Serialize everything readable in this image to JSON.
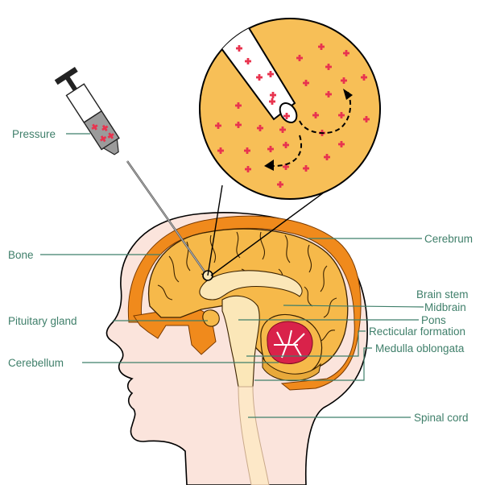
{
  "labels": {
    "pressure": "Pressure",
    "bone": "Bone",
    "pituitary_gland": "Pituitary gland",
    "cerebellum": "Cerebellum",
    "cerebrum": "Cerebrum",
    "brain_stem": "Brain stem",
    "midbrain": "Midbrain",
    "pons": "Pons",
    "recticular_formation": "Recticular formation",
    "medulla_oblongata": "Medulla oblongata",
    "spinal_cord": "Spinal cord"
  },
  "colors": {
    "label_text": "#3f7f6a",
    "brain_fill": "#f6b94a",
    "bone_fill": "#f08a1c",
    "skin_fill": "#fbe4dc",
    "marker": "#e8344f",
    "outline": "#000000"
  },
  "icons": {
    "syringe": "syringe-icon",
    "particle": "plus-marker-icon",
    "flow_arrow": "curved-dashed-arrow-icon"
  }
}
